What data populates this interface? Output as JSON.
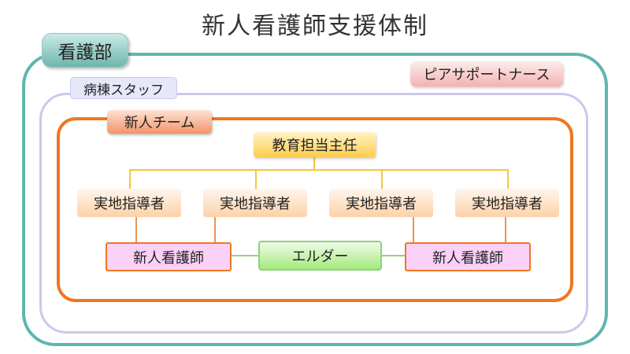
{
  "title": "新人看護師支援体制",
  "groups": {
    "department": "看護部",
    "ward_staff": "病棟スタッフ",
    "new_team": "新人チーム"
  },
  "peer_support": "ピアサポートナース",
  "roles": {
    "education_lead": "教育担当主任",
    "preceptors": [
      "実地指導者",
      "実地指導者",
      "実地指導者",
      "実地指導者"
    ],
    "new_nurses": [
      "新人看護師",
      "新人看護師"
    ],
    "elder": "エルダー"
  },
  "colors": {
    "department_border": "#5fb6ae",
    "ward_border": "#c9c9ec",
    "team_border": "#ee7722",
    "connector_yellow": "#f3c83a"
  }
}
